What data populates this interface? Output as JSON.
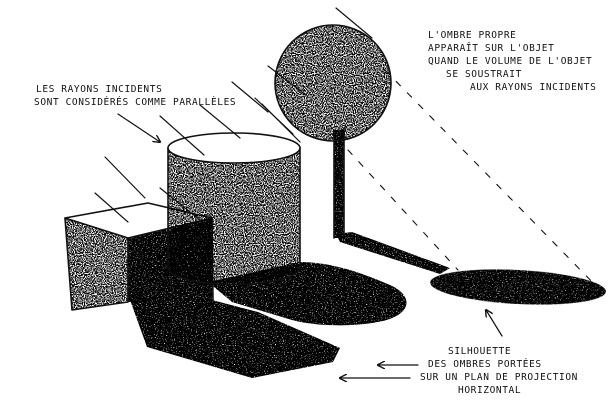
{
  "annotations": {
    "rays_parallel": [
      "LES RAYONS INCIDENTS",
      "SONT CONSIDÉRÉS COMME PARALLÈLES"
    ],
    "self_shadow": [
      "L'OMBRE PROPRE",
      "APPARAÎT SUR L'OBJET",
      "QUAND LE VOLUME DE L'OBJET",
      "SE SOUSTRAIT",
      "AUX RAYONS INCIDENTS"
    ],
    "cast_shadow": [
      "SILHOUETTE",
      "DES OMBRES PORTÉES",
      "SUR UN PLAN DE PROJECTION",
      "HORIZONTAL"
    ]
  },
  "colors": {
    "ink": "#111111",
    "paper": "#ffffff",
    "shadow": "#1a1a1a"
  }
}
